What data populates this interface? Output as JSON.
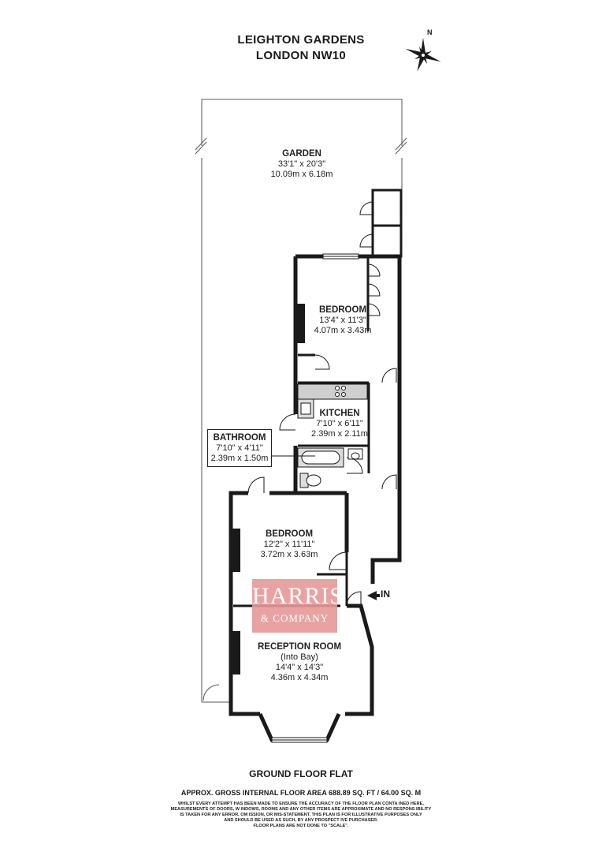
{
  "header": {
    "street": "LEIGHTON GARDENS",
    "area": "LONDON NW10"
  },
  "compass": {
    "north_label": "N",
    "icon": "compass-rose-icon"
  },
  "rooms": {
    "garden": {
      "name": "GARDEN",
      "imperial": "33'1\" x 20'3\"",
      "metric": "10.09m x 6.18m"
    },
    "bedroom_rear": {
      "name": "BEDROOM",
      "imperial": "13'4\" x 11'3\"",
      "metric": "4.07m x 3.43m"
    },
    "kitchen": {
      "name": "KITCHEN",
      "imperial": "7'10\" x 6'11\"",
      "metric": "2.39m x 2.11m"
    },
    "bathroom": {
      "name": "BATHROOM",
      "imperial": "7'10\" x 4'11\"",
      "metric": "2.39m x 1.50m"
    },
    "bedroom_front": {
      "name": "BEDROOM",
      "imperial": "12'2\" x 11'11\"",
      "metric": "3.72m x 3.63m"
    },
    "reception": {
      "name": "RECEPTION ROOM",
      "note": "(Into Bay)",
      "imperial": "14'4\" x 14'3\"",
      "metric": "4.36m x 4.34m"
    }
  },
  "entrance_label": "IN",
  "watermark": {
    "line1": "HARRIS",
    "line2": "& COMPANY",
    "color": "#e79898"
  },
  "footer": {
    "floor_name": "GROUND FLOOR FLAT",
    "gross_area": "APPROX. GROSS INTERNAL FLOOR AREA 688.89 SQ. FT / 64.00 SQ. M",
    "disclaimer": [
      "WHILST EVERY ATTEMPT HAS BEEN MADE TO ENSURE THE ACCURACY OF THE FLOOR PLAN CONTA  INED HERE,",
      "MEASUREMENTS OF DOORS, W INDOWS, ROOMS AND ANY OTHER  ITEMS ARE APPROXIMATE AND NO RESPONS IBILITY",
      "IS TAKEN FOR ANY ERROR, OM ISSION, OR MIS-STATEMENT. THIS PLAN IS FOR ILLUSTRATIVE PURPOSES ONLY",
      "AND SHOULD BE USED AS SUCH, BY ANY PROSPECT IVE PURCHASER.",
      "FLOOR PLANS ARE NOT DONE TO \"SCALE\"."
    ]
  },
  "colors": {
    "wall": "#1a1a1a",
    "thin_line": "#555555",
    "watermark": "#e79898"
  }
}
